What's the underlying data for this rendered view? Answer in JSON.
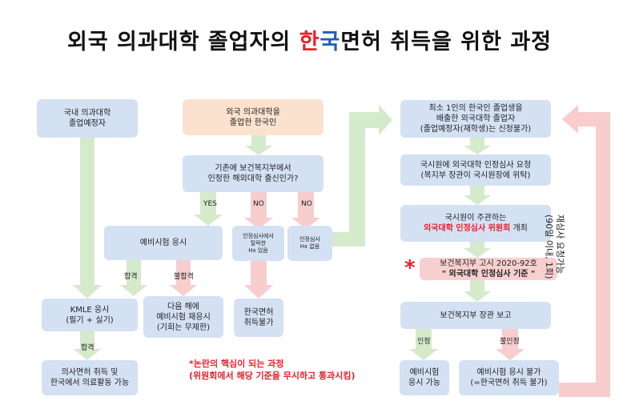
{
  "title": {
    "part1": "외국 의과대학 졸업자의 ",
    "han": "한",
    "guk": "국",
    "part2": "면허 취득을 위한 과정"
  },
  "boxes": {
    "domestic": [
      "국내 의과대학",
      "졸업예정자"
    ],
    "foreign": [
      "외국 의과대학을",
      "졸업한 한국인"
    ],
    "question": [
      "기존에 보건복지부에서",
      "인정한 해외대학 출신인가?"
    ],
    "prelim": "예비시험 응시",
    "dropped": [
      "인정심사에서",
      "탈락한",
      "Hx 있음"
    ],
    "nohx": [
      "인정심사",
      "Hx 없음"
    ],
    "kmle": [
      "KMLE 응시",
      "(필기 + 실기)"
    ],
    "retake": [
      "다음 해에",
      "예비시험 재응시",
      "(기회는 무제한)"
    ],
    "impossible": [
      "한국면허",
      "취득불가"
    ],
    "license": [
      "의사면허 취득 및",
      "한국에서 의료활동 가능"
    ],
    "atleast": [
      "최소 1인의 한국인 졸업생을",
      "배출한 외국대학 졸업자",
      "(졸업예정자(재학생)는 신청불가)"
    ],
    "request": [
      "국시원에 외국대학 인정심사 요청",
      "(복지부 장관이 국시원장에 위탁)"
    ],
    "committee_pre": "국시원이 주관하는",
    "committee_red": "외국대학 인정심사 위원회",
    "committee_post": " 개최",
    "notice_line1": "보건복지부 고시 2020-92호",
    "notice_line2": "\" 외국대학 인정심사 기준 \"",
    "report": "보건복지부 장관 보고",
    "can_exam": [
      "예비시험",
      "응시 가능"
    ],
    "cannot_exam": [
      "예비시험 응시 불가",
      "(=한국면허 취득 불가)"
    ]
  },
  "labels": {
    "yes": "YES",
    "no1": "NO",
    "no2": "NO",
    "pass1": "합격",
    "fail": "불합격",
    "pass2": "합격",
    "approve": "인정",
    "reject": "불인정",
    "asterisk": "*",
    "rereview": [
      "재심사 요청가능",
      "(90일 이내, 1회)"
    ]
  },
  "note": [
    "*논란의 핵심이 되는 과정",
    "(위원회에서 해당 기준을 무시하고 통과시킴)"
  ],
  "colors": {
    "green_arrow": "#d5eacb",
    "pink_arrow": "#f8cdcd",
    "blue_box": "#d4e1f3",
    "peach_box": "#fbe2cf",
    "accent_red": "#e8212b",
    "accent_blue": "#1f5fb6"
  }
}
